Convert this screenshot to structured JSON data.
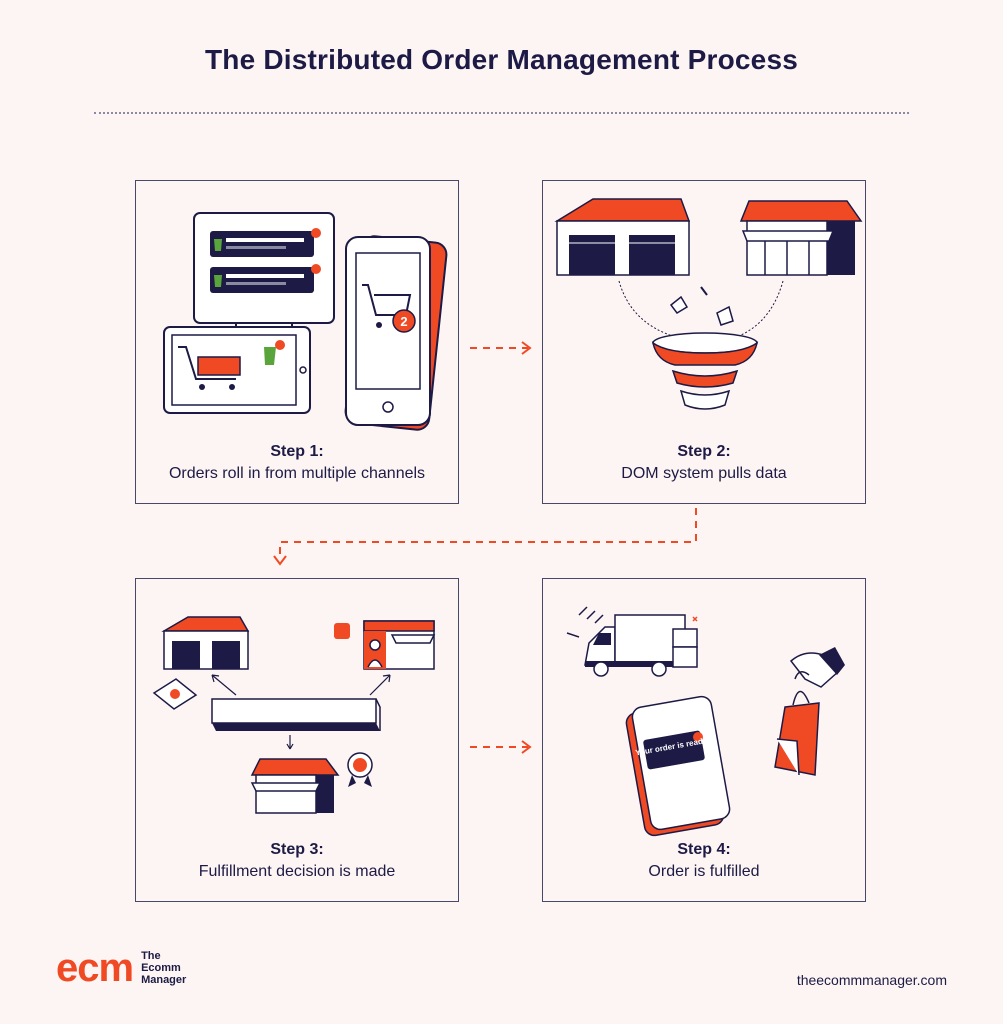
{
  "title": "The Distributed Order Management Process",
  "steps": [
    {
      "label": "Step 1:",
      "text": "Orders roll in from multiple channels"
    },
    {
      "label": "Step 2:",
      "text": "DOM system pulls data"
    },
    {
      "label": "Step 3:",
      "text": "Fulfillment decision is made"
    },
    {
      "label": "Step 4:",
      "text": "Order is fulfilled"
    }
  ],
  "phone_badge": "2",
  "notification_text": "Your order is ready!",
  "logo": {
    "mark": "ecm",
    "sub": "The Ecomm Manager"
  },
  "website": "theecommmanager.com",
  "colors": {
    "accent": "#f04a24",
    "ink": "#1d1a45",
    "background": "#fdf5f3"
  }
}
